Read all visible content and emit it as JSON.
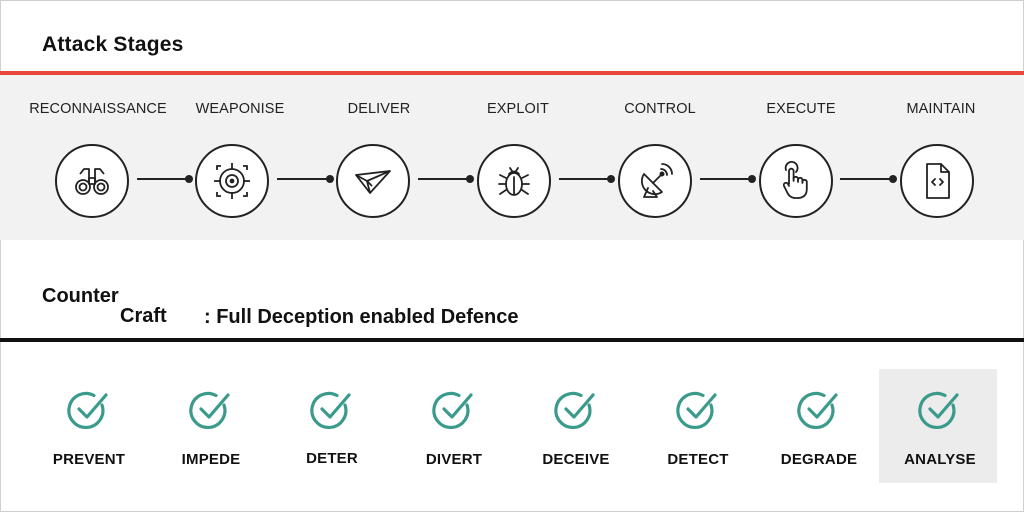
{
  "header": {
    "title": "Attack Stages"
  },
  "stages": [
    {
      "label": "RECONNAISSANCE",
      "icon": "binoculars-icon"
    },
    {
      "label": "WEAPONISE",
      "icon": "crosshair-target-icon"
    },
    {
      "label": "DELIVER",
      "icon": "paper-plane-icon"
    },
    {
      "label": "EXPLOIT",
      "icon": "bug-icon"
    },
    {
      "label": "CONTROL",
      "icon": "satellite-dish-icon"
    },
    {
      "label": "EXECUTE",
      "icon": "pointer-hand-icon"
    },
    {
      "label": "MAINTAIN",
      "icon": "code-file-icon"
    }
  ],
  "brand": {
    "line1": "Counter",
    "line2": "Craft"
  },
  "subtitle": ": Full Deception enabled Defence",
  "defences": [
    {
      "label": "PREVENT"
    },
    {
      "label": "IMPEDE"
    },
    {
      "label": "DETER"
    },
    {
      "label": "DIVERT"
    },
    {
      "label": "DECEIVE"
    },
    {
      "label": "DETECT"
    },
    {
      "label": "DEGRADE"
    },
    {
      "label": "ANALYSE",
      "highlighted": true
    }
  ],
  "colors": {
    "accent_red": "#e8473e",
    "check_teal": "#3a9a8c",
    "band_grey": "#f2f2f2",
    "highlight_grey": "#ececec"
  }
}
